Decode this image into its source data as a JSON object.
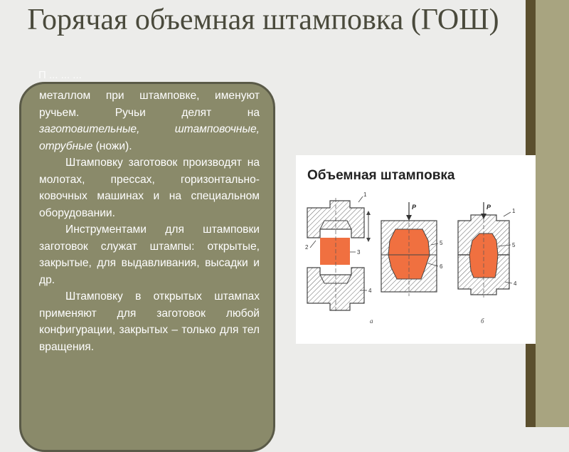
{
  "slide": {
    "title": "Горячая объемная штамповка (ГОШ)",
    "panel": {
      "paragraphs": [
        {
          "parts": [
            {
              "text": "металлом при штамповке, именуют ручьем. Ручьи делят на "
            },
            {
              "text": "заготовительные, штамповочные, отрубные",
              "italic": true
            },
            {
              "text": " (ножи)."
            }
          ],
          "indent": false
        },
        {
          "parts": [
            {
              "text": "Штамповку заготовок производят на молотах, прессах, горизонтально-ковочных машинах и на специальном оборудовании."
            }
          ],
          "indent": true
        },
        {
          "parts": [
            {
              "text": "Инструментами для штамповки заготовок служат штампы: открытые, закрытые, для выдавливания, высадки и др."
            }
          ],
          "indent": true
        },
        {
          "parts": [
            {
              "text": "Штамповку в открытых штампах применяют для заготовок любой конфигурации, закрытых – только для тел вращения."
            }
          ],
          "indent": true
        }
      ],
      "ghost_line": "П ... ... ..."
    },
    "figure": {
      "title": "Объемная штамповка",
      "labels": {
        "force_p1": "P",
        "force_p2": "P",
        "num1": "1",
        "num2": "2",
        "num3": "3",
        "num4": "4",
        "num5": "5",
        "num6": "6",
        "num1b": "1",
        "num5b": "5",
        "num4b": "4",
        "sub_a": "а",
        "sub_b": "б"
      },
      "colors": {
        "workpiece": "#f07040",
        "hatch": "#555555"
      }
    }
  }
}
